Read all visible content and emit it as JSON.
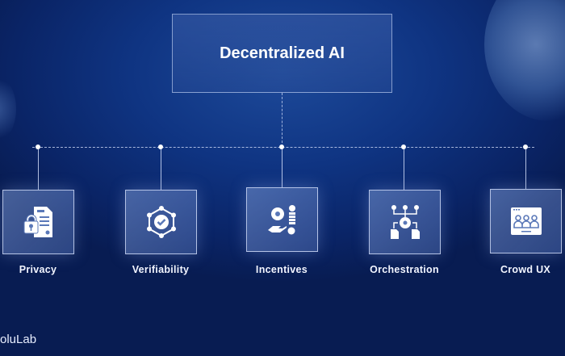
{
  "title": "Decentralized AI",
  "nodes": [
    {
      "label": "Privacy",
      "icon": "lock-document-icon"
    },
    {
      "label": "Verifiability",
      "icon": "verified-network-icon"
    },
    {
      "label": "Incentives",
      "icon": "reward-coins-icon"
    },
    {
      "label": "Orchestration",
      "icon": "gear-workflow-icon"
    },
    {
      "label": "Crowd UX",
      "icon": "crowd-window-icon"
    }
  ],
  "brand": "oluLab"
}
